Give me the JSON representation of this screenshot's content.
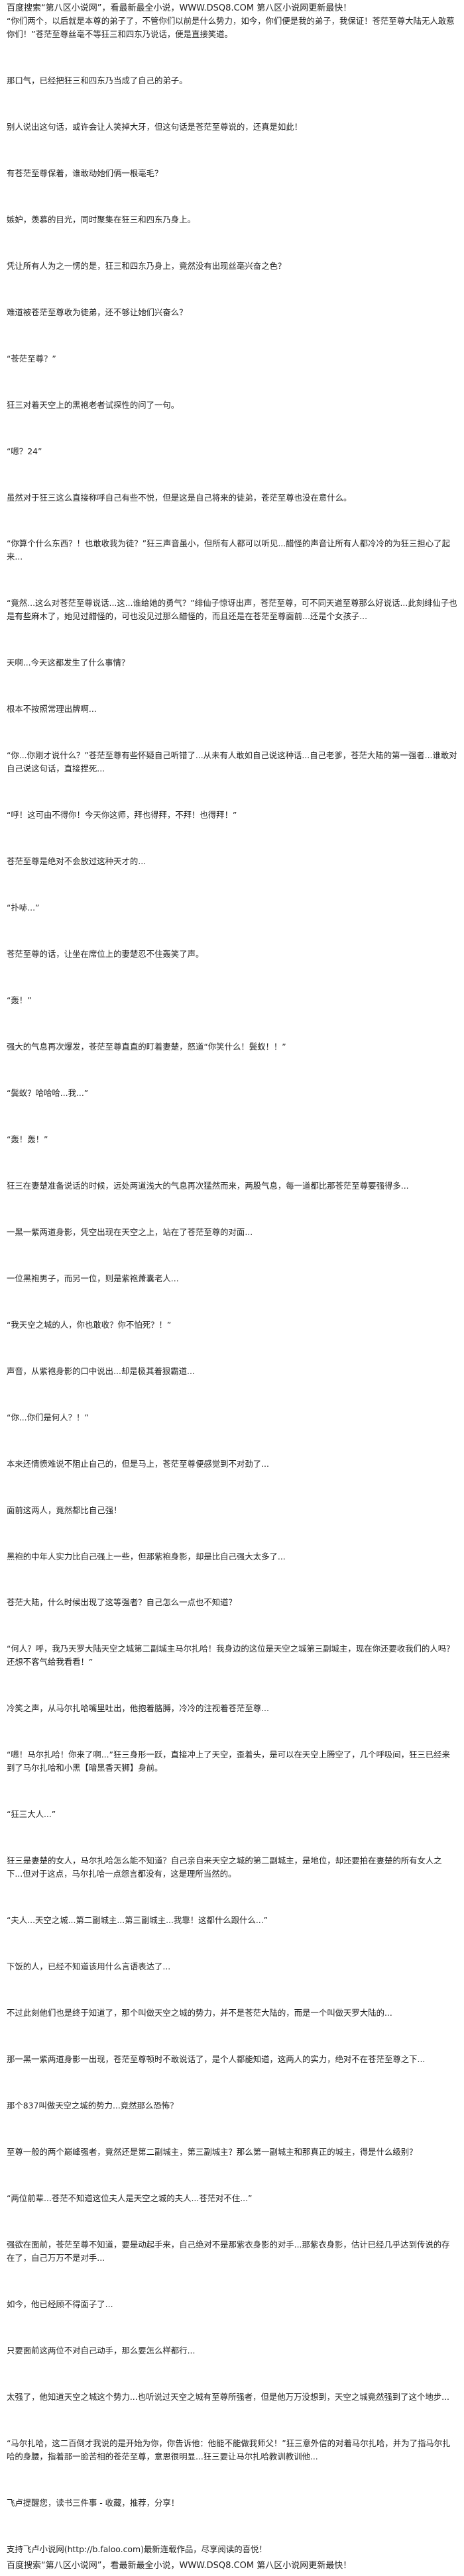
{
  "header": "百度搜索“第八区小说网”，看最新最全小说，WWW.DSQ8.COM  第八区小说网更新最快！",
  "footer": "百度搜索“第八区小说网”，看最新最全小说，WWW.DSQ8.COM  第八区小说网更新最快！",
  "paragraphs": [
    "“你们两个，以后就是本尊的弟子了，不管你们以前是什么势力，如今，你们便是我的弟子，我保证！苍茫至尊大陆无人敢惹你们！”苍茫至尊丝毫不等狂三和四东乃说话，便是直接笑道。",
    "那口气，已经把狂三和四东乃当成了自己的弟子。",
    "别人说出这句话，或许会让人笑掉大牙，但这句话是苍茫至尊说的，还真是如此！",
    "有苍茫至尊保着，谁敢动她们俩一根毫毛？",
    "嫉妒，羡慕的目光，同时聚集在狂三和四东乃身上。",
    "凭让所有人为之一愣的是，狂三和四东乃身上，竟然没有出现丝毫兴奋之色？",
    "难道被苍茫至尊收为徒弟，还不够让她们兴奋么？",
    "“苍茫至尊？”",
    "狂三对着天空上的黑袍老者试探性的问了一句。",
    "“嗯？24”",
    "虽然对于狂三这么直接称呼自己有些不悦，但是这是自己将来的徒弟，苍茫至尊也没在意什么。",
    "“你算个什么东西？！也敢收我为徒？”狂三声音虽小，但所有人都可以听见...醋怪的声音让所有人都冷冷的为狂三担心了起来...",
    "“竟然...这么对苍茫至尊说话...这...谁给她的勇气？”绯仙子惊讶出声，苍茫至尊，可不同天道至尊那么好说话...此刻绯仙子也是有些麻木了，她见过醋怪的，可也没见过那么醋怪的，而且还是在苍茫至尊面前...还是个女孩子...",
    "天啊...今天这都发生了什么事情？",
    "根本不按照常理出牌啊...",
    "“你...你刚才说什么？”苍茫至尊有些怀疑自己听错了...从未有人敢如自己说这种话...自己老爹，苍茫大陆的第一强者...谁敢对自己说这句话，直接捏死...",
    "“呼！这可由不得你！今天你这师，拜也得拜，不拜！也得拜！”",
    "苍茫至尊是绝对不会放过这种天才的...",
    "“扑哧...”",
    "苍茫至尊的话，让坐在席位上的妻楚忍不住轰笑了声。",
    "“轰！”",
    "强大的气息再次爆发，苍茫至尊直直的盯着妻楚，怒道“你笑什么！鬓蚁！！”",
    "“鬓蚁？哈哈哈...我...”",
    "“轰！轰！”",
    "狂三在妻楚准备说话的时候，远处两道浅大的气息再次猛然而来，两股气息，每一道都比那苍茫至尊要强得多...",
    "一黑一紫两道身影，凭空出现在天空之上，站在了苍茫至尊的对面...",
    "一位黑袍男子，而另一位，则是紫袍萧囊老人...",
    "“我天空之城的人，你也敢收？你不怕死？！”",
    "声音，从紫袍身影的口中说出...却是极其着狠霸道...",
    "“你...你们是何人？！”",
    "本来还情愤难说不阻止自己的，但是马上，苍茫至尊便感觉到不对劲了...",
    "面前这两人，竟然都比自己强！",
    "黑袍的中年人实力比自己强上一些，但那紫袍身影，却是比自己强大太多了...",
    "苍茫大陆，什么时候出现了这等强者？自己怎么一点也不知道？",
    "“何人？呼，我乃天罗大陆天空之城第二副城主马尔扎哈！我身边的这位是天空之城第三副城主，现在你还要收我们的人吗？还想不客气给我看看！”",
    "冷笑之声，从马尔扎哈嘴里吐出，他抱着胳膊，冷冷的注视着苍茫至尊...",
    "“嗯！马尔扎哈！你来了啊...”狂三身形一跃，直接冲上了天空，歪着头，是可以在天空上腾空了，几个呼吸间，狂三已经来到了马尔扎哈和小黑【暗黑香天狮】身前。",
    "“狂三大人...”",
    "狂三是妻楚的女人，马尔扎哈怎么能不知道？自己亲自来天空之城的第二副城主，是地位，却还要拍在妻楚的所有女人之下...但对于这点，马尔扎哈一点怨言都没有，这是理所当然的。",
    "“夫人...天空之城...第二副城主...第三副城主...我靠！这都什么跟什么...”",
    "下饭的人，已经不知道该用什么言语表达了...",
    "不过此刻他们也是终于知道了，那个叫做天空之城的势力，并不是苍茫大陆的，而是一个叫做天罗大陆的...",
    "那一黑一紫两道身影一出现，苍茫至尊顿时不敢说话了，是个人都能知道，这两人的实力，绝对不在苍茫至尊之下...",
    "那个837叫做天空之城的势力...竟然那么恐怖？",
    "至尊一般的两个巅峰强者，竟然还是第二副城主，第三副城主？那么第一副城主和那真正的城主，得是什么级别？",
    "“两位前辈...苍茫不知道这位夫人是天空之城的夫人...苍茫对不住...”",
    "强欲在面前，苍茫至尊不知道，要是动起手来，自己绝对不是那紫衣身影的对手...那紫衣身影，估计已经几乎达到传说的存在了，自己万万不是对手...",
    "如今，他已经顾不得面子了...",
    "只要面前这两位不对自己动手，那么要怎么样都行...",
    "太强了，他知道天空之城这个势力...也听说过天空之城有至尊所强者，但是他万万没想到，天空之城竟然强到了这个地步...",
    "“马尔扎哈，这二百倒才我说的是开始为你，你告诉他：他能不能做我师父！”狂三意外信的对着马尔扎哈，并为了指马尔扎哈的身腰，指着那一脸苦相的苍茫至尊，意思很明显...狂三要让马尔扎哈教训教训他...",
    "飞卢提醒您，读书三件事 - 收藏，推荐，分享！",
    "支持飞卢小说网(http://b.faloo.com)最新连载作品，尽享阅读的喜悦！"
  ]
}
